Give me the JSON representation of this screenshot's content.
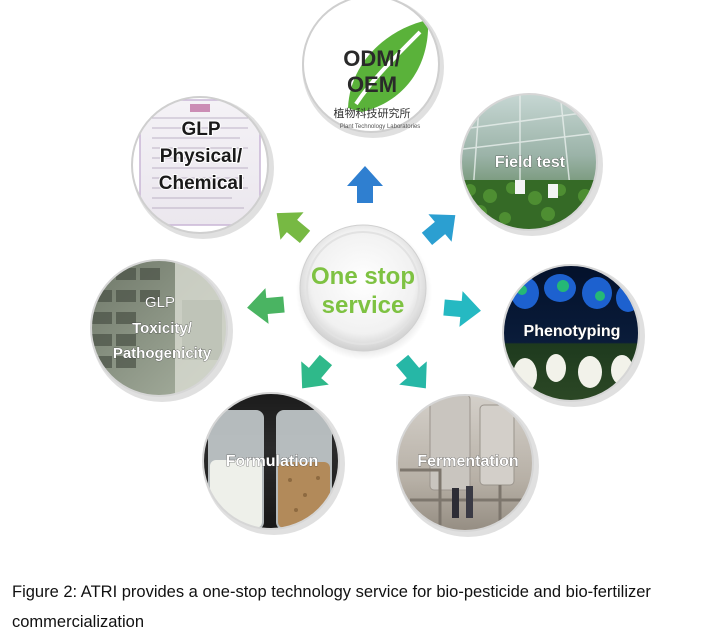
{
  "center": {
    "line1": "One stop",
    "line2": "service",
    "color": "#7ec242"
  },
  "nodes": [
    {
      "id": "odm-oem",
      "lines": [
        "ODM/",
        "OEM"
      ],
      "sub_zh": "植物科技研究所",
      "sub_en": "Plant Technology Laboratories",
      "arrow_color": "#2f7fd0"
    },
    {
      "id": "field-test",
      "lines": [
        "Field test"
      ],
      "arrow_color": "#2b9fd1"
    },
    {
      "id": "phenotyping",
      "lines": [
        "Phenotyping"
      ],
      "arrow_color": "#25b9c2"
    },
    {
      "id": "fermentation",
      "lines": [
        "Fermentation"
      ],
      "arrow_color": "#26b7a6"
    },
    {
      "id": "formulation",
      "lines": [
        "Formulation"
      ],
      "arrow_color": "#2fb98a"
    },
    {
      "id": "glp-toxicity",
      "lines": [
        "GLP",
        "Toxicity/",
        "Pathogenicity"
      ],
      "arrow_color": "#4ab462"
    },
    {
      "id": "glp-physical",
      "lines": [
        "GLP",
        "Physical/",
        "Chemical"
      ],
      "arrow_color": "#77b943"
    }
  ],
  "caption": "Figure 2: ATRI provides a one-stop technology service for bio-pesticide and bio-fertilizer commercialization"
}
